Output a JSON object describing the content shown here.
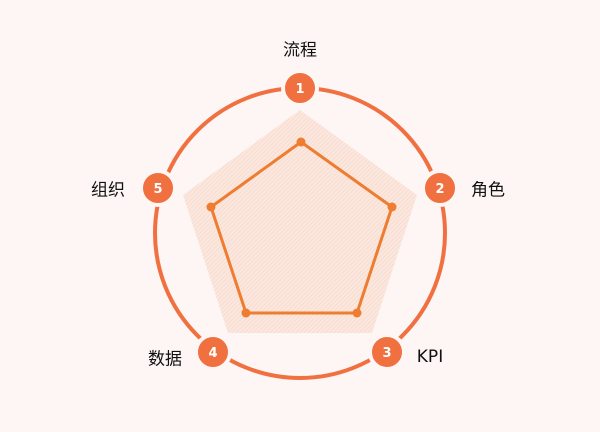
{
  "colors": {
    "background": "#fdf6f4",
    "accent": "#f07040",
    "line": "#ee7d32",
    "outer_fill": "#fbe3d8"
  },
  "chart_data": {
    "type": "radar",
    "title": "",
    "axes": [
      {
        "id": 1,
        "label": "流程"
      },
      {
        "id": 2,
        "label": "角色"
      },
      {
        "id": 3,
        "label": "KPI"
      },
      {
        "id": 4,
        "label": "数据"
      },
      {
        "id": 5,
        "label": "组织"
      }
    ],
    "max": 1,
    "series": [
      {
        "name": "outer",
        "values": [
          1,
          1,
          1,
          1,
          1
        ]
      },
      {
        "name": "inner",
        "values": [
          0.73,
          0.73,
          0.73,
          0.73,
          0.73
        ]
      }
    ]
  },
  "nodes": [
    {
      "num": "1",
      "label": "流程"
    },
    {
      "num": "2",
      "label": "角色"
    },
    {
      "num": "3",
      "label": "KPI"
    },
    {
      "num": "4",
      "label": "数据"
    },
    {
      "num": "5",
      "label": "组织"
    }
  ]
}
